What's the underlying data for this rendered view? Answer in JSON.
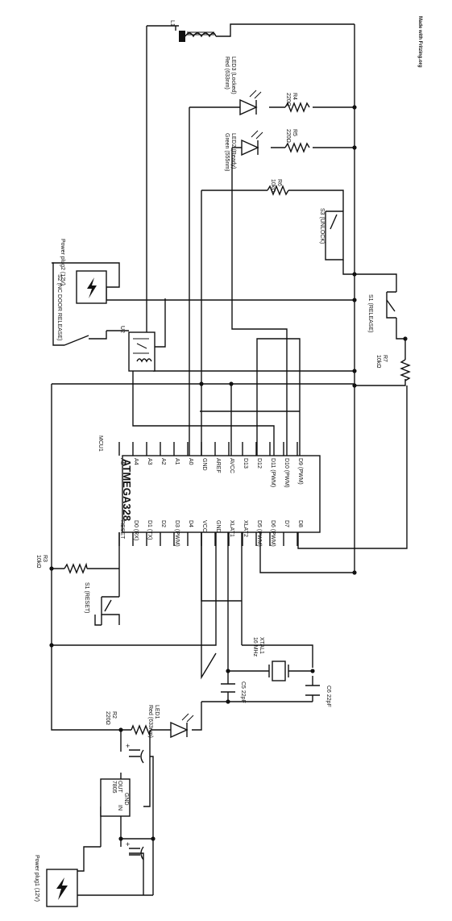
{
  "diagram": {
    "made_with": "Made with Fritzing.org",
    "mcu": {
      "ref": "MCU1",
      "chip": "ATMEGA328",
      "left_pins": [
        "RESET",
        "D0 (RX)",
        "D1 (TX)",
        "D2",
        "D3 (PWM)",
        "D4",
        "VCC",
        "GND",
        "XLAT1",
        "XLAT2",
        "D5 (PWM)",
        "D6 (PWM)",
        "D7",
        "D8"
      ],
      "right_pins": [
        "A5",
        "A4",
        "A3",
        "A2",
        "A1",
        "A0",
        "GND",
        "AREF",
        "AVCC",
        "D13",
        "D12",
        "D11 (PWM)",
        "D10 (PWM)",
        "D9 (PWM)"
      ]
    },
    "components": {
      "l1": "L1",
      "led3": "LED3 (Locked)",
      "led3_spec": "Red (633nm)",
      "r4": "R4",
      "r4_val": "220Ω",
      "led2": "LED2 (Ready)",
      "led2_spec": "Green (555nm)",
      "r5": "R5",
      "r5_val": "220Ω",
      "r6": "R6",
      "r6_val": "10kΩ",
      "s3": "S3 (UNLOCK)",
      "s2": "S2 (NC DOOR RELEASE)",
      "plug2": "Power plug2 (12V)",
      "u2": "U2",
      "s1r": "S1 (RELEASE)",
      "r7": "R7",
      "r7_val": "10kΩ",
      "r3": "R3",
      "r3_val": "10kΩ",
      "s1": "S1 (RESET)",
      "xtal": "XTAL1",
      "xtal_val": "16 MHz",
      "c5": "C5 22pF",
      "c6": "C6 22pF",
      "led1": "LED1",
      "led1_spec": "Red (633nm)",
      "r2": "R2",
      "r2_val": "220Ω",
      "reg": "7805",
      "reg_in": "IN",
      "reg_gnd": "GND",
      "reg_out": "OUT",
      "plug1": "Power plug1 (12V)",
      "plus": "+"
    }
  }
}
